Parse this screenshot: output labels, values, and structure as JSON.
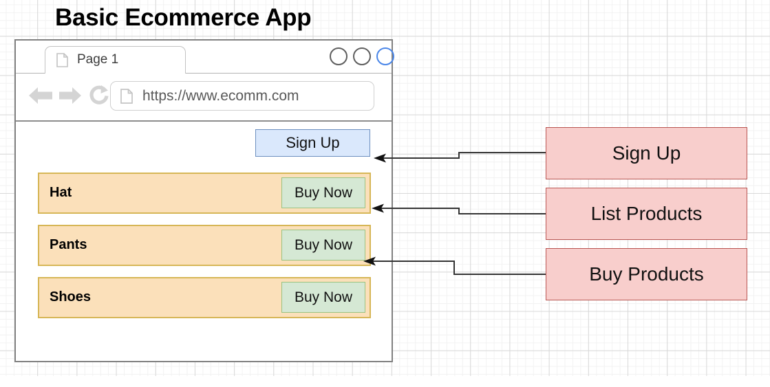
{
  "title": "Basic Ecommerce App",
  "browser": {
    "tab": {
      "label": "Page 1",
      "icon": "document-icon"
    },
    "window_controls": [
      {
        "name": "minimize-circle",
        "color": "#5e5e5e"
      },
      {
        "name": "maximize-circle",
        "color": "#5e5e5e"
      },
      {
        "name": "close-circle",
        "color": "#4a86e8"
      }
    ],
    "nav": {
      "back_icon": "back-arrow-icon",
      "forward_icon": "forward-arrow-icon",
      "reload_icon": "reload-icon"
    },
    "url_bar": {
      "icon": "document-icon",
      "value": "https://www.ecomm.com"
    }
  },
  "page": {
    "signup_button": "Sign Up",
    "products": [
      {
        "name": "Hat",
        "buy_label": "Buy Now"
      },
      {
        "name": "Pants",
        "buy_label": "Buy Now"
      },
      {
        "name": "Shoes",
        "buy_label": "Buy Now"
      }
    ]
  },
  "annotations": [
    {
      "label": "Sign Up"
    },
    {
      "label": "List Products"
    },
    {
      "label": "Buy Products"
    }
  ],
  "colors": {
    "signup_fill": "#dae8fc",
    "signup_stroke": "#6c8ebf",
    "product_fill": "#fbe0ba",
    "product_stroke": "#d6b656",
    "buy_fill": "#d5e8d4",
    "buy_stroke": "#9ac27f",
    "annotation_fill": "#f8cecc",
    "annotation_stroke": "#b85450",
    "connector_stroke": "#333333",
    "window_border": "#808080"
  }
}
